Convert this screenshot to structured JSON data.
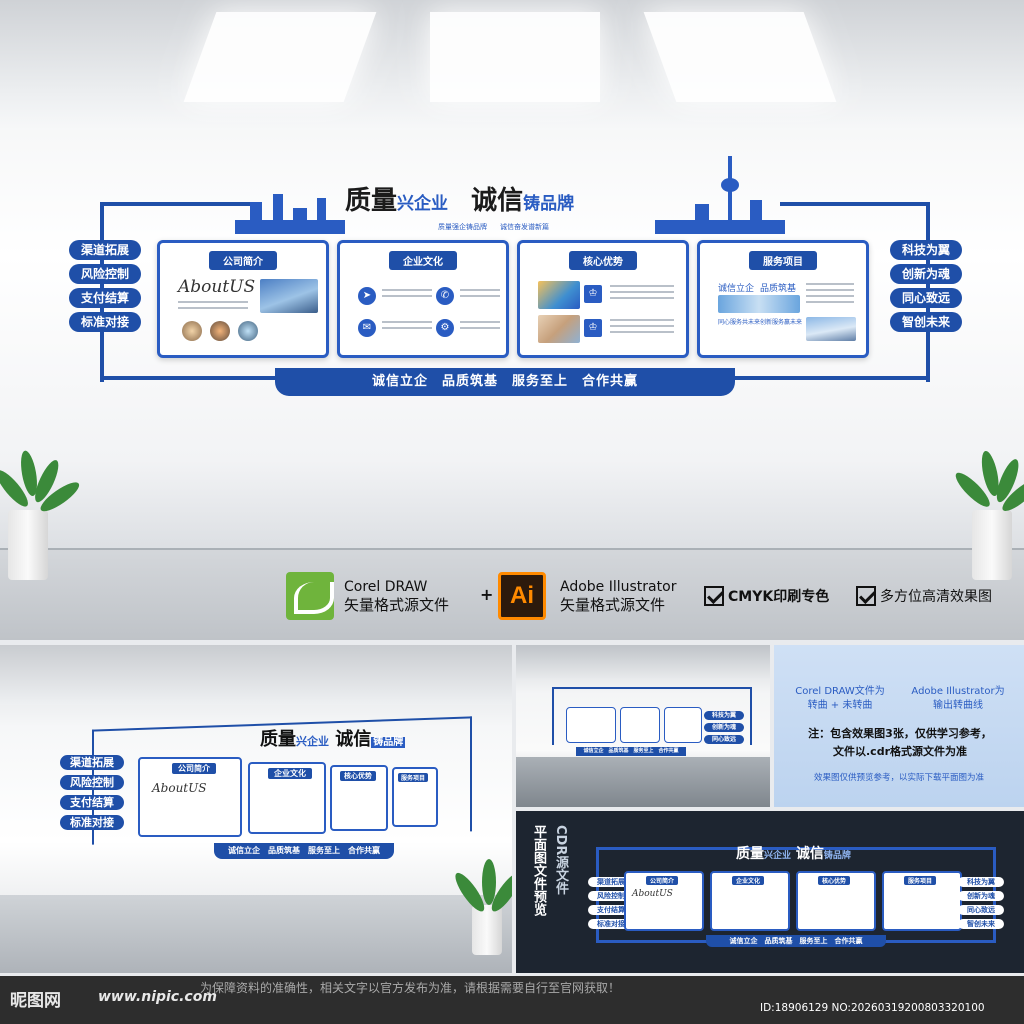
{
  "main": {
    "title_left": "质量",
    "title_left_blue": "兴企业",
    "title_right": "诚信",
    "title_right_blue": "铸品牌",
    "title_sub_1": "质量强企铸品牌",
    "title_sub_2": "诚信奋发谱新篇",
    "left_tags": [
      "渠道拓展",
      "风险控制",
      "支付结算",
      "标准对接"
    ],
    "right_tags": [
      "科技为翼",
      "创新为魂",
      "同心致远",
      "智创未来"
    ],
    "cards": [
      {
        "title": "公司简介",
        "about": "AboutUS"
      },
      {
        "title": "企业文化"
      },
      {
        "title": "核心优势"
      },
      {
        "title": "服务项目",
        "label_1": "诚信立企",
        "label_2": "品质筑基",
        "label_3": "同心服务共未来",
        "label_4": "创新服务赢未来"
      }
    ],
    "slogan": "诚信立企　品质筑基　服务至上　合作共赢"
  },
  "legend": {
    "coreldraw_name": "Corel DRAW",
    "coreldraw_desc": "矢量格式源文件",
    "plus": "+",
    "ai_logo": "Ai",
    "ai_name": "Adobe Illustrator",
    "ai_desc": "矢量格式源文件",
    "check_1": "CMYK印刷专色",
    "check_2": "多方位高清效果图"
  },
  "notes": {
    "col1_line1": "Corel DRAW文件为",
    "col1_line2": "转曲 + 未转曲",
    "col2_line1": "Adobe Illustrator为",
    "col2_line2": "输出转曲线",
    "note_line1": "注：包含效果图3张，仅供学习参考，",
    "note_line2": "文件以.cdr格式源文件为准",
    "note_line3": "效果图仅供预览参考，以实际下载平面图为准"
  },
  "plan": {
    "vtitle_1": "平面图文件预览",
    "vtitle_2": "CDR源文件"
  },
  "footer": {
    "logo": "昵图网",
    "url": "www.nipic.com",
    "disclaimer": "为保障资料的准确性，相关文字以官方发布为准，请根据需要自行至官网获取！",
    "id_text": "ID:18906129 NO:20260319200803320100"
  },
  "colors": {
    "brand_blue": "#1f4fa8",
    "accent_blue": "#2a5cc2",
    "corel_green": "#6fb43c",
    "ai_orange": "#ff8a00"
  },
  "icons": [
    "pencil-icon",
    "whatsapp-icon",
    "mail-icon",
    "gear-icon",
    "trophy-icon",
    "check-icon"
  ]
}
